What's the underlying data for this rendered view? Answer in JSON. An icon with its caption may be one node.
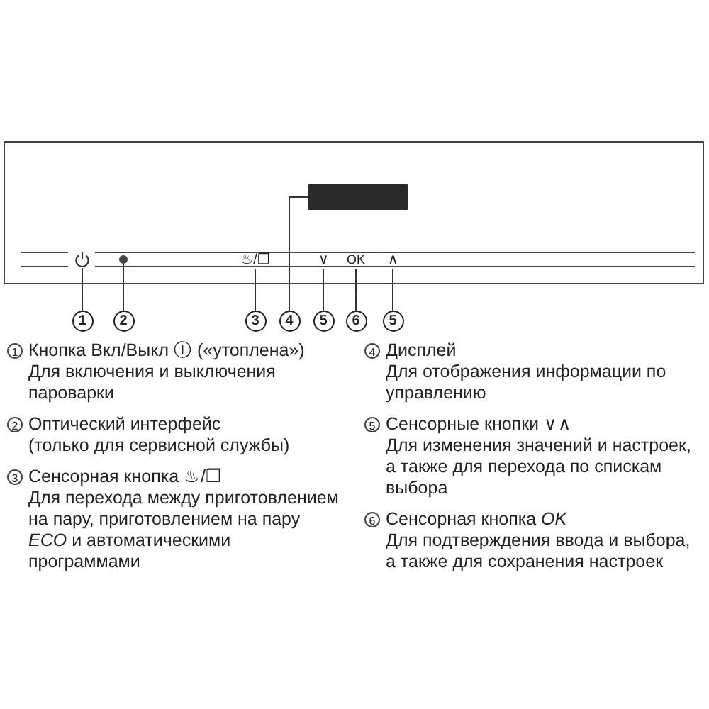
{
  "diagram": {
    "nodes": [
      {
        "text": [],
        "shape": "icon"
      },
      {
        "text": [],
        "shape": "circle"
      },
      {
        "text": [
          "♨/❐"
        ]
      },
      {
        "text": [],
        "shape": "box"
      },
      {
        "text": [
          "∨"
        ]
      },
      {
        "text": [
          "OK"
        ]
      },
      {
        "text": [
          "∧"
        ]
      },
      {
        "text": [
          "1"
        ]
      },
      {
        "text": [
          "2"
        ]
      },
      {
        "text": [
          "3"
        ]
      },
      {
        "text": [
          "4"
        ]
      },
      {
        "text": [
          "5"
        ]
      },
      {
        "text": [
          "6"
        ]
      },
      {
        "text": [
          "5"
        ]
      }
    ],
    "edges": [
      {
        "from": 7,
        "to": 0,
        "arrow": "none"
      },
      {
        "from": 8,
        "to": 1,
        "arrow": "none"
      },
      {
        "from": 9,
        "to": 2,
        "arrow": "none"
      },
      {
        "from": 10,
        "to": 3,
        "arrow": "none"
      },
      {
        "from": 11,
        "to": 4,
        "arrow": "none"
      },
      {
        "from": 12,
        "to": 5,
        "arrow": "none"
      },
      {
        "from": 13,
        "to": 6,
        "arrow": "none"
      }
    ],
    "labels": [
      "1",
      "Кнопка Вкл/Выкл Ⓘ («утоплена»)",
      "Для включения и выключения пароварки",
      "2",
      "Оптический интерфейс",
      "(только для сервисной службы)",
      "3",
      "Сенсорная кнопка ♨/❐",
      "Для перехода между приготовлением на пару, приготовлением на пару *ECO* и автоматическими программами",
      "4",
      "Дисплей",
      "Для отображения информации по управлению",
      "5",
      "Сенсорные кнопки ∨∧",
      "Для изменения значений и настроек, а также для перехода по спискам выбора",
      "6",
      "Сенсорная кнопка *OK*",
      "Для подтверждения ввода и выбора, а также для сохранения настроек"
    ]
  }
}
